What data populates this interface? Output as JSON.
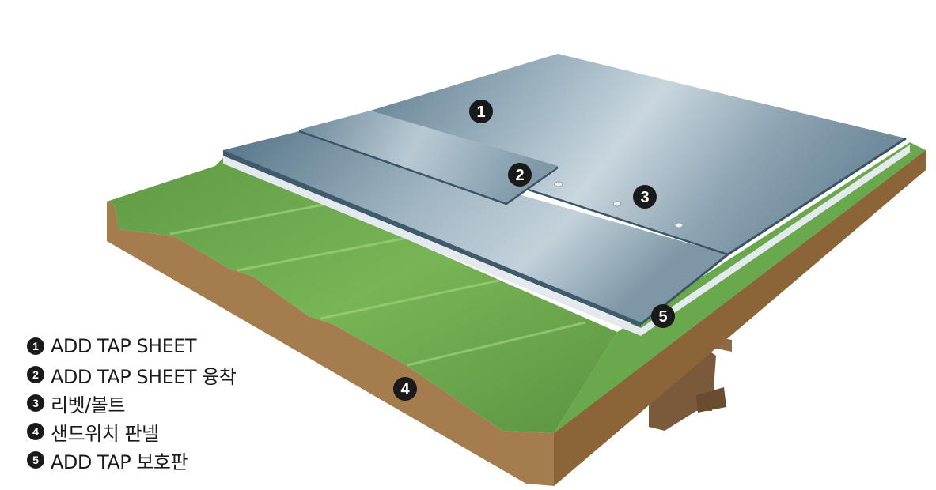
{
  "markers": [
    {
      "number": "1"
    },
    {
      "number": "2"
    },
    {
      "number": "3"
    },
    {
      "number": "4"
    },
    {
      "number": "5"
    }
  ],
  "legend": [
    {
      "number": "1",
      "label": "ADD TAP SHEET"
    },
    {
      "number": "2",
      "label": "ADD TAP SHEET 융착"
    },
    {
      "number": "3",
      "label": "리벳/볼트"
    },
    {
      "number": "4",
      "label": "샌드위치 판넬"
    },
    {
      "number": "5",
      "label": "ADD TAP 보호판"
    }
  ],
  "colors": {
    "panel_core": "#a47c4e",
    "panel_top": "#6aa54e",
    "sheet_metal": "#8aa4b4",
    "edge_plate": "#dfe6ea",
    "marker": "#1a1a1a"
  }
}
